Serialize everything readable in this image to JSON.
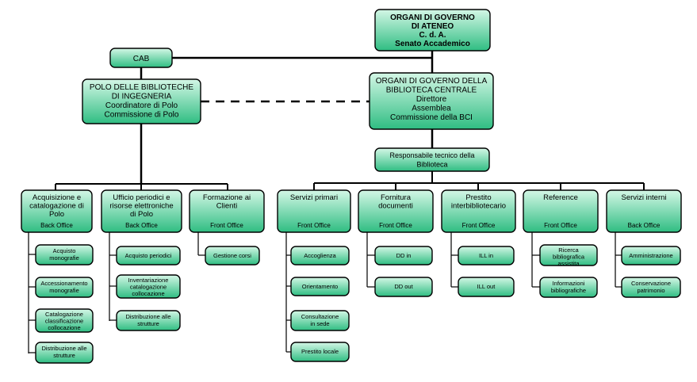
{
  "colors": {
    "box_fill_light": "#d4f7e6",
    "box_fill_dark": "#2fbd82",
    "line": "#000000",
    "office_label": "#ff0000"
  },
  "nodes": {
    "organi_governo_ateneo": {
      "lines": [
        "ORGANI DI GOVERNO",
        "DI ATENEO",
        "C. d. A.",
        "Senato Accademico"
      ]
    },
    "cab": {
      "lines": [
        "CAB"
      ]
    },
    "polo_biblioteche_ingegneria": {
      "lines": [
        "POLO DELLE BIBLIOTECHE",
        "DI INGEGNERIA",
        "Coordinatore di Polo",
        "Commissione di Polo"
      ]
    },
    "organi_governo_bci": {
      "lines": [
        "ORGANI DI GOVERNO DELLA",
        "BIBLIOTECA CENTRALE",
        "Direttore",
        "Assemblea",
        "Commissione della BCI"
      ]
    },
    "responsabile_tecnico": {
      "lines": [
        "Responsabile tecnico della",
        "Biblioteca"
      ]
    },
    "acquisizione_catalogazione": {
      "lines": [
        "Acquisizione e",
        "catalogazione di",
        "Polo"
      ],
      "office": "Back Office"
    },
    "ufficio_periodici": {
      "lines": [
        "Ufficio periodici e",
        "risorse elettroniche",
        "di Polo"
      ],
      "office": "Back Office"
    },
    "formazione_clienti": {
      "lines": [
        "Formazione ai",
        "Clienti"
      ],
      "office": "Front Office"
    },
    "servizi_primari": {
      "lines": [
        "Servizi primari"
      ],
      "office": "Front Office"
    },
    "fornitura_documenti": {
      "lines": [
        "Fornitura",
        "documenti"
      ],
      "office": "Front Office"
    },
    "prestito_interbibliotecario": {
      "lines": [
        "Prestito",
        "interbibliotecario"
      ],
      "office": "Front Office"
    },
    "reference": {
      "lines": [
        "Reference"
      ],
      "office": "Front Office"
    },
    "servizi_interni": {
      "lines": [
        "Servizi interni"
      ],
      "office": "Back Office"
    },
    "acquisto_monografie": {
      "lines": [
        "Acquisto",
        "monografie"
      ]
    },
    "accessionamento_monografie": {
      "lines": [
        "Accessionamento",
        "monografie"
      ]
    },
    "catalogazione_classificazione": {
      "lines": [
        "Catalogazione",
        "classificazione",
        "collocazione"
      ]
    },
    "distribuzione_strutture_1": {
      "lines": [
        "Distribuzione alle",
        "strutture"
      ]
    },
    "acquisto_periodici": {
      "lines": [
        "Acquisto periodici"
      ]
    },
    "inventariazione": {
      "lines": [
        "Inventariazione",
        "catalogazione",
        "collocazione"
      ]
    },
    "distribuzione_strutture_2": {
      "lines": [
        "Distribuzione alle",
        "strutture"
      ]
    },
    "gestione_corsi": {
      "lines": [
        "Gestione corsi"
      ]
    },
    "accoglienza": {
      "lines": [
        "Accoglienza"
      ]
    },
    "orientamento": {
      "lines": [
        "Orientamento"
      ]
    },
    "consultazione_in_sede": {
      "lines": [
        "Consultazione",
        "in sede"
      ]
    },
    "prestito_locale": {
      "lines": [
        "Prestito locale"
      ]
    },
    "dd_in": {
      "lines": [
        "DD in"
      ]
    },
    "dd_out": {
      "lines": [
        "DD out"
      ]
    },
    "ill_in": {
      "lines": [
        "ILL in"
      ]
    },
    "ill_out": {
      "lines": [
        "ILL out"
      ]
    },
    "ricerca_bibliografica": {
      "lines": [
        "Ricerca",
        "bibliografica",
        "assistita"
      ]
    },
    "informazioni_bibliografiche": {
      "lines": [
        "Informazioni",
        "bibliografiche"
      ]
    },
    "amministrazione": {
      "lines": [
        "Amministrazione"
      ]
    },
    "conservazione_patrimonio": {
      "lines": [
        "Conservazione",
        "patrimonio"
      ]
    }
  }
}
